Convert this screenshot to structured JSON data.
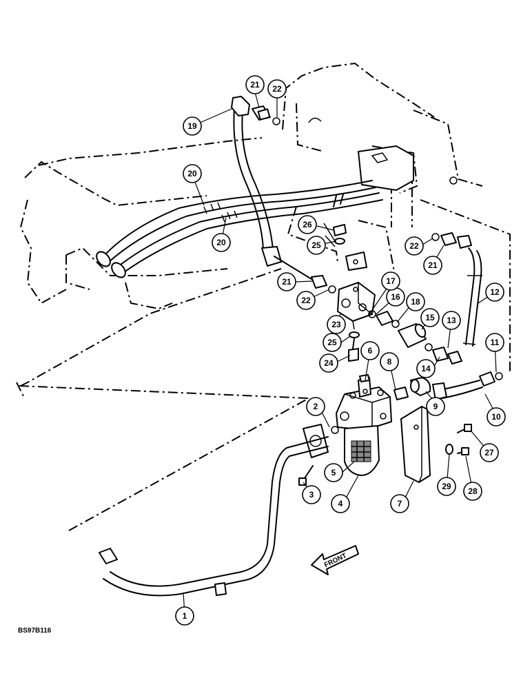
{
  "figure": {
    "code": "BS97B116",
    "direction_label": "FRONT"
  },
  "callouts": [
    {
      "id": "c1",
      "label": "1"
    },
    {
      "id": "c2",
      "label": "2"
    },
    {
      "id": "c3",
      "label": "3"
    },
    {
      "id": "c4",
      "label": "4"
    },
    {
      "id": "c5",
      "label": "5"
    },
    {
      "id": "c6",
      "label": "6"
    },
    {
      "id": "c7",
      "label": "7"
    },
    {
      "id": "c8",
      "label": "8"
    },
    {
      "id": "c9",
      "label": "9"
    },
    {
      "id": "c10",
      "label": "10"
    },
    {
      "id": "c11",
      "label": "11"
    },
    {
      "id": "c12",
      "label": "12"
    },
    {
      "id": "c13",
      "label": "13"
    },
    {
      "id": "c14",
      "label": "14"
    },
    {
      "id": "c15",
      "label": "15"
    },
    {
      "id": "c16",
      "label": "16"
    },
    {
      "id": "c17",
      "label": "17"
    },
    {
      "id": "c18",
      "label": "18"
    },
    {
      "id": "c19",
      "label": "19"
    },
    {
      "id": "c20a",
      "label": "20"
    },
    {
      "id": "c20b",
      "label": "20"
    },
    {
      "id": "c21a",
      "label": "21"
    },
    {
      "id": "c21b",
      "label": "21"
    },
    {
      "id": "c21c",
      "label": "21"
    },
    {
      "id": "c22a",
      "label": "22"
    },
    {
      "id": "c22b",
      "label": "22"
    },
    {
      "id": "c22c",
      "label": "22"
    },
    {
      "id": "c23",
      "label": "23"
    },
    {
      "id": "c24",
      "label": "24"
    },
    {
      "id": "c25a",
      "label": "25"
    },
    {
      "id": "c25b",
      "label": "25"
    },
    {
      "id": "c26",
      "label": "26"
    },
    {
      "id": "c27",
      "label": "27"
    },
    {
      "id": "c28",
      "label": "28"
    },
    {
      "id": "c29",
      "label": "29"
    }
  ]
}
